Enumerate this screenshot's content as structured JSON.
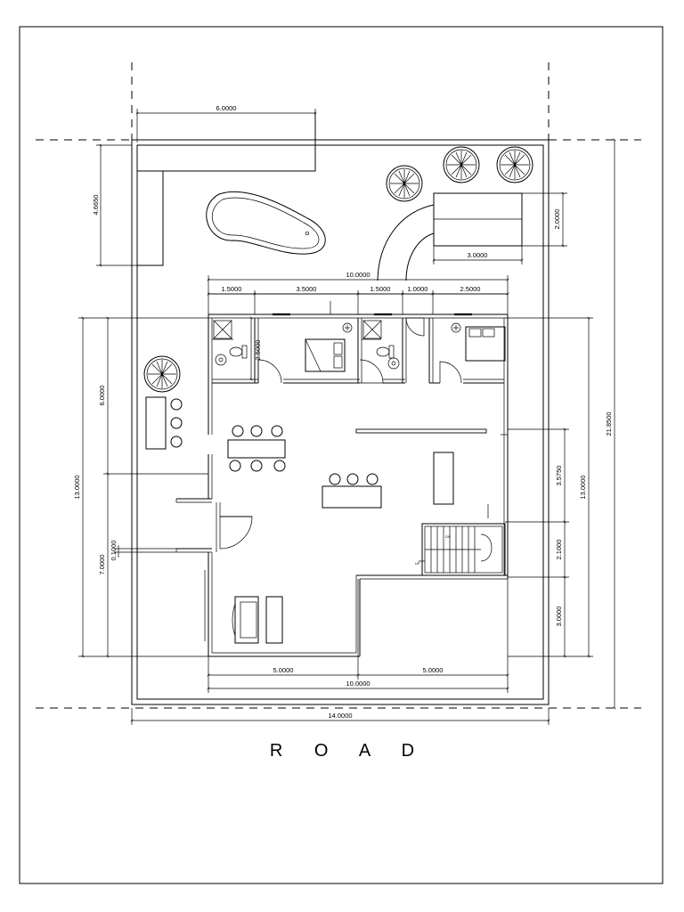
{
  "road_label": "R O A D",
  "dimensions": {
    "setback_width": "6.0000",
    "setback_depth": "4.6650",
    "house_width_top": "10.0000",
    "seg_1": "1.5000",
    "seg_2": "3.5000",
    "seg_3": "1.5000",
    "seg_4": "1.0000",
    "seg_5": "2.5000",
    "room_depth": "2.5000",
    "parking_depth": "2.0000",
    "parking_width": "3.0000",
    "site_depth": "21.8500",
    "house_depth_left": "13.0000",
    "left_upper": "6.0000",
    "left_lower": "7.0000",
    "entry_gap": "0.1000",
    "house_depth_right": "13.0000",
    "right_upper": "3.5750",
    "right_mid": "2.1000",
    "right_lower": "3.0000",
    "bottom_left": "5.0000",
    "bottom_right": "5.0000",
    "house_width_bottom": "10.0000",
    "site_width": "14.0000"
  },
  "stair_label_up": "UP",
  "stair_label_dn": "DN"
}
